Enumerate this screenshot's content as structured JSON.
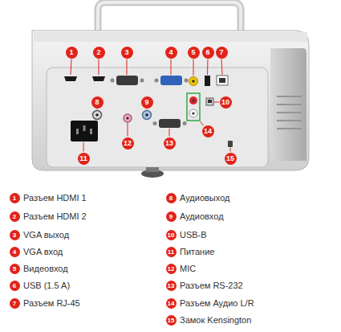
{
  "diagram": {
    "labels": [
      "1",
      "2",
      "3",
      "4",
      "5",
      "6",
      "7",
      "8",
      "9",
      "10",
      "11",
      "12",
      "13",
      "14",
      "15",
      "1",
      "Разъем HDMI 1",
      "2",
      "Разъем HDMI 2",
      "3",
      "VGA выход",
      "4",
      "VGA вход",
      "5",
      "Видеовход",
      "6",
      "USB (1.5 A)",
      "7",
      "Разъем RJ-45",
      "8",
      "Аудиовыход",
      "9",
      "Аудиовход",
      "10",
      "USB-B",
      "11",
      "Питание",
      "12",
      "MIC",
      "13",
      "Разъем RS-232",
      "14",
      "Разъем Аудио L/R",
      "15",
      "Замок Kensington"
    ]
  }
}
